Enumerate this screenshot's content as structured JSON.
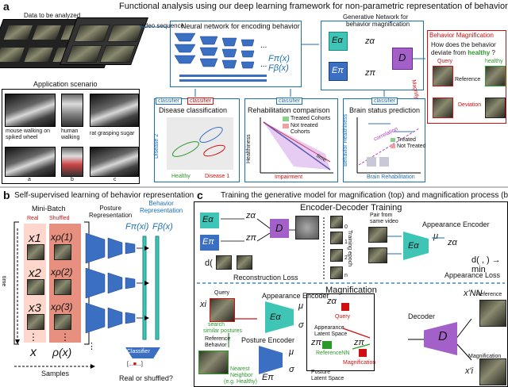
{
  "panel_a": {
    "letter": "a",
    "title": "Functional analysis using our deep learning framework for non-parametric representation of behavior",
    "data_label": "Data to be analyzed",
    "video_sequence": "video sequence",
    "scenario_label": "Application scenario",
    "scenario_letters": [
      "a",
      "b",
      "c"
    ],
    "scenario_captions": [
      "mouse walking on spiked wheel",
      "human walking",
      "rat grasping sugar"
    ],
    "encoder_title": "Neural network for encoding behavior",
    "f_pi": "Fπ(x)",
    "f_beta": "Fβ(x)",
    "gen_title_line1": "Generative Network for",
    "gen_title_line2": "behavior magnification",
    "e_alpha": "Eα",
    "e_pi": "Eπ",
    "z_alpha": "zα",
    "z_pi": "zπ",
    "d": "D",
    "magnify": "Magnify",
    "mag_box": {
      "title": "Behavior Magnification",
      "question_line1": "How does the behavior",
      "question_line2": "deviate from",
      "question_healthy": "healthy",
      "question_end": "?",
      "query": "Query",
      "healthy": "healthy",
      "reference": "Reference",
      "deviation": "Deviation"
    },
    "classifier": "classifier",
    "disease_title": "Disease classification",
    "disease_y": "Disease 2",
    "disease_x_healthy": "Healthy",
    "disease_x_disease": "Disease 1",
    "rehab_title": "Rehabilitation comparison",
    "rehab_legend": [
      "Treated Cohorts",
      "Not treated Cohorts"
    ],
    "rehab_y": "Healthiness",
    "rehab_x": "Impairment",
    "rehab_time": "time",
    "brain_title": "Brain status prediction",
    "brain_y": "Behavior Healthiness",
    "brain_x": "Brain Rehabilitation",
    "brain_corr": "correlation",
    "brain_legend": [
      "Treated",
      "Not Treated"
    ]
  },
  "panel_b": {
    "letter": "b",
    "title": "Self-supervised learning of behavior representation",
    "minibatch": "Mini-Batch",
    "real": "Real",
    "shuffled": "Shuffled",
    "time": "time",
    "rows": [
      {
        "x": "x1",
        "rho": "xρ(1)"
      },
      {
        "x": "x2",
        "rho": "xρ(2)"
      },
      {
        "x": "x3",
        "rho": "xρ(3)"
      }
    ],
    "col_x": "x",
    "col_rho": "ρ(x)",
    "samples": "Samples",
    "posture_rep_line1": "Posture",
    "posture_rep_line2": "Representation",
    "posture_rep_f": "Fπ(xi)",
    "behavior_rep_line1": "Behavior",
    "behavior_rep_line2": "Representation",
    "behavior_rep_f": "Fβ(x)",
    "classifier": "Classifier",
    "real_or_shuffled": "Real or shuffled?"
  },
  "panel_c": {
    "letter": "c",
    "title": "Training the generative model for magnification (top) and magnification process (bottom)",
    "enc_dec_title": "Encoder-Decoder Training",
    "recon_loss": "Reconstruction Loss",
    "recon_formula": "d(    ,    ) → min",
    "training_epoch": "Training epoch",
    "epoch_ticks": [
      "0",
      "1",
      "2",
      "n"
    ],
    "pair_line1": "Pair from",
    "pair_line2": "same video",
    "appearance_encoder": "Appearance Encoder",
    "appearance_loss": "Appearance Loss",
    "app_formula": "d(    ,    ) → min",
    "magnification": "Magnification",
    "query": "Query",
    "xi": "xi",
    "search_line1": "search",
    "search_line2": "similar postures",
    "reference_behavior_line1": "Reference",
    "reference_behavior_line2": "Behavior",
    "nearest_line1": "Nearest",
    "nearest_line2": "Neighbor",
    "nearest_line3": "(e.g. Healthy)",
    "app_latent_line1": "Appearance",
    "app_latent_line2": "Latent Space",
    "posture_encoder": "Posture Encoder",
    "posture_latent_line1": "Posture",
    "posture_latent_line2": "Latent Space",
    "query_red": "Query",
    "reference_nn": "ReferenceNN",
    "magnification_lbl": "Magnification",
    "decoder": "Decoder",
    "reference_out": "Reference",
    "magnification_out": "Magnification",
    "x_nn": "x'NN",
    "x_i": "x'i",
    "mu": "μ",
    "sigma": "σ",
    "e_alpha": "Eα",
    "e_pi": "Eπ",
    "z_alpha": "zα",
    "z_pi": "zπ",
    "d": "D"
  },
  "colors": {
    "blue": "#1a6fb5",
    "red": "#d01010",
    "green": "#2a9a2a",
    "cyan": "#3fc5b5",
    "purple": "#a260c8",
    "real_bg": "#ffd6cc",
    "shuffled_bg": "#e89080"
  }
}
